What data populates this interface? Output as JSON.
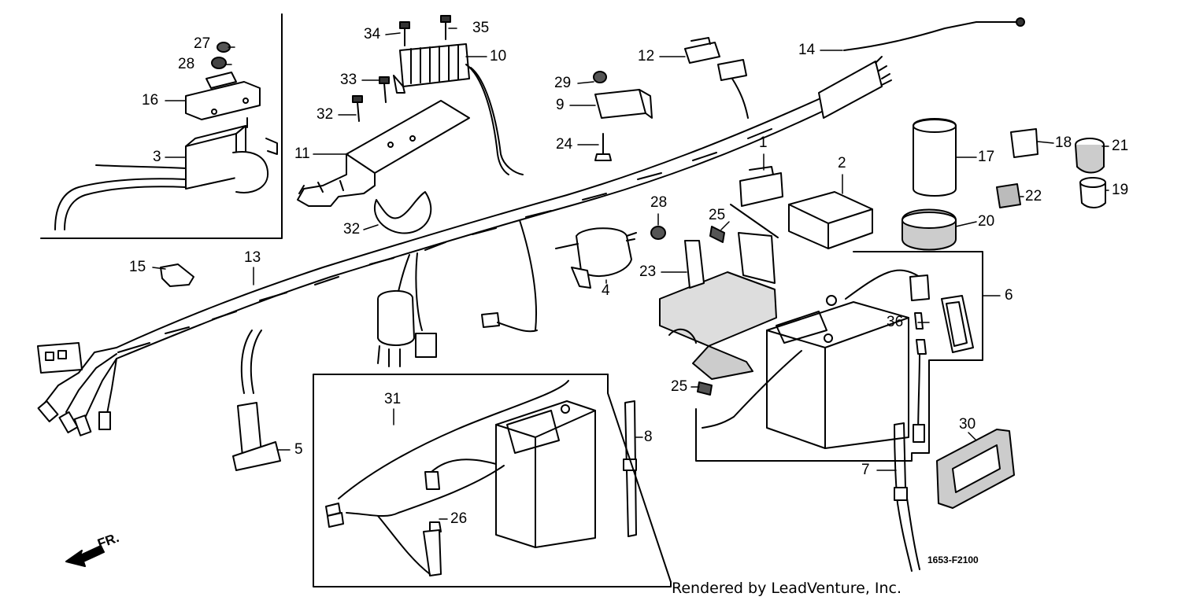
{
  "diagram": {
    "drawing_code": "1653-F2100",
    "credit": "Rendered by LeadVenture, Inc.",
    "direction_label": "FR.",
    "callouts": [
      "1",
      "2",
      "3",
      "4",
      "5",
      "6",
      "7",
      "8",
      "9",
      "10",
      "11",
      "12",
      "13",
      "14",
      "15",
      "16",
      "17",
      "18",
      "19",
      "20",
      "21",
      "22",
      "23",
      "24",
      "25",
      "25",
      "26",
      "27",
      "28",
      "28",
      "29",
      "30",
      "31",
      "32",
      "32",
      "33",
      "34",
      "35",
      "36"
    ]
  }
}
